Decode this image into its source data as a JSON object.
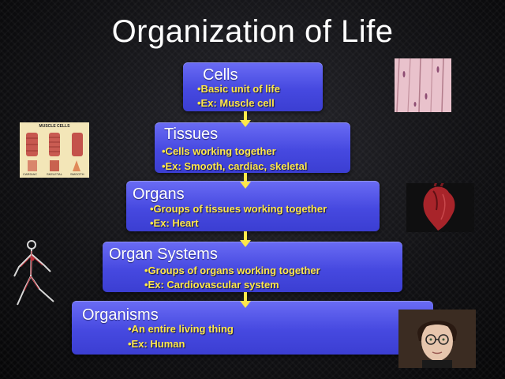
{
  "slide": {
    "title": "Organization of Life",
    "accent_color": "#4a4de6",
    "bullet_color": "#ffe84a",
    "levels": [
      {
        "heading": "Cells",
        "bullets": [
          "•Basic unit of life",
          "•Ex: Muscle cell"
        ]
      },
      {
        "heading": "Tissues",
        "bullets": [
          "•Cells working together",
          "•Ex: Smooth, cardiac, skeletal"
        ]
      },
      {
        "heading": "Organs",
        "bullets": [
          "•Groups of tissues working together",
          "•Ex: Heart"
        ]
      },
      {
        "heading": "Organ Systems",
        "bullets": [
          "•Groups of organs working together",
          "•Ex: Cardiovascular system"
        ]
      },
      {
        "heading": "Organisms",
        "bullets": [
          "•An entire living thing",
          "•Ex: Human"
        ]
      }
    ],
    "muscle_diagram": {
      "heading": "MUSCLE CELLS",
      "labels": [
        "CARDIAC",
        "SKELETAL",
        "SMOOTH"
      ]
    }
  }
}
